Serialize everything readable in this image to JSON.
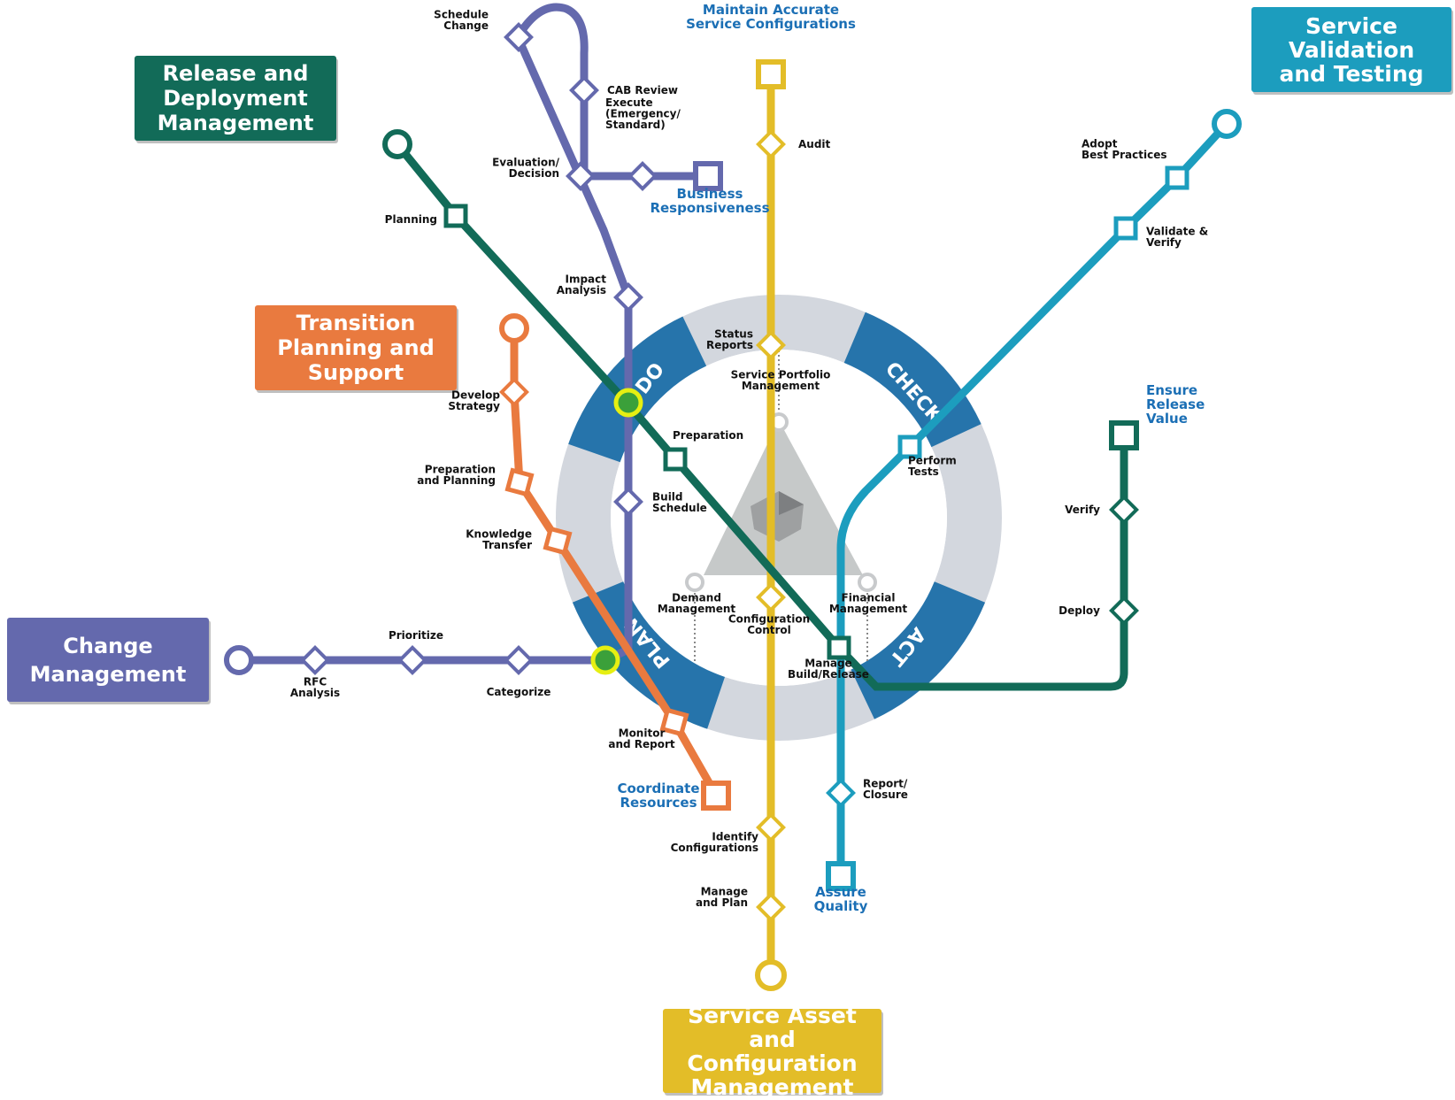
{
  "colors": {
    "release": "#126b58",
    "transition": "#e97a3f",
    "change": "#6469ad",
    "validation": "#1c9dbe",
    "sacm": "#e3bd28",
    "cycle_ring": "#d3d7de",
    "cycle_segment": "#1c6fa8",
    "interchange_fill": "#3ba03a",
    "interchange_ring": "#e6ef12",
    "terminus_text": "#1b6fb5",
    "hub_node": "#c8cacc"
  },
  "title_boxes": {
    "release": "Release and\nDeployment\nManagement",
    "transition": "Transition\nPlanning and\nSupport",
    "change": "Change\nManagement",
    "validation": "Service\nValidation\nand Testing",
    "sacm": "Service Asset and\nConfiguration\nManagement"
  },
  "cycle": {
    "do": "DO",
    "check": "CHECK",
    "act": "ACT",
    "plan": "PLAN"
  },
  "lines": {
    "change": {
      "stops": [
        "RFC\nAnalysis",
        "Prioritize",
        "Categorize",
        "Build\nSchedule",
        "Impact\nAnalysis",
        "Evaluation/\nDecision",
        "Schedule\nChange",
        "CAB Review",
        "Execute\n(Emergency/\nStandard)"
      ],
      "terminus": "Business\nResponsiveness"
    },
    "release": {
      "stops": [
        "Planning",
        "Preparation",
        "Manage\nBuild/Release",
        "Deploy",
        "Verify"
      ],
      "terminus": "Ensure\nRelease\nValue"
    },
    "transition": {
      "stops": [
        "Develop\nStrategy",
        "Preparation\nand Planning",
        "Knowledge\nTransfer",
        "Monitor\nand Report"
      ],
      "terminus": "Coordinate\nResources"
    },
    "sacm": {
      "stops": [
        "Audit",
        "Status\nReports",
        "Configuration\nControl",
        "Identify\nConfigurations",
        "Manage\nand Plan"
      ],
      "terminus": "Maintain Accurate\nService Configurations"
    },
    "validation": {
      "stops": [
        "Adopt\nBest Practices",
        "Validate &\nVerify",
        "Perform\nTests",
        "Report/\nClosure"
      ],
      "terminus": "Assure\nQuality"
    }
  },
  "hub": {
    "top": "Service Portfolio\nManagement",
    "left": "Demand\nManagement",
    "right": "Financial\nManagement"
  }
}
